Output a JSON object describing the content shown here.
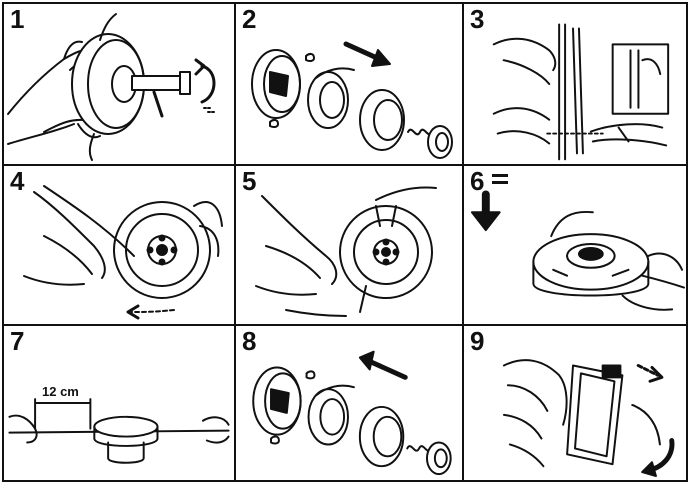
{
  "steps": [
    {
      "number": "1"
    },
    {
      "number": "2"
    },
    {
      "number": "3"
    },
    {
      "number": "4"
    },
    {
      "number": "5"
    },
    {
      "number": "6"
    },
    {
      "number": "7",
      "measurement": "12 cm"
    },
    {
      "number": "8"
    },
    {
      "number": "9"
    }
  ],
  "colors": {
    "ink": "#111111",
    "paper": "#ffffff"
  }
}
